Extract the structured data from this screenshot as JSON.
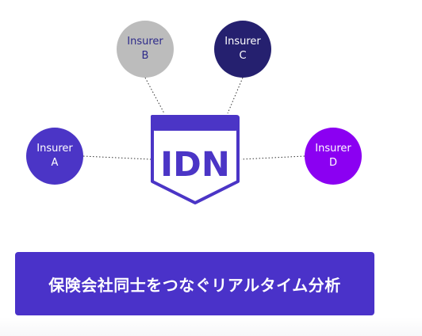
{
  "diagram": {
    "hub": {
      "label": "IDN",
      "color": "#4b35c6"
    },
    "nodes": [
      {
        "line1": "Insurer",
        "line2": "A",
        "color": "#4b35c6"
      },
      {
        "line1": "Insurer",
        "line2": "B",
        "color": "#bcbcbc"
      },
      {
        "line1": "Insurer",
        "line2": "C",
        "color": "#25206f"
      },
      {
        "line1": "Insurer",
        "line2": "D",
        "color": "#8b00f2"
      }
    ]
  },
  "banner": {
    "text": "保険会社同士をつなぐリアルタイム分析",
    "color": "#4a32c9"
  }
}
